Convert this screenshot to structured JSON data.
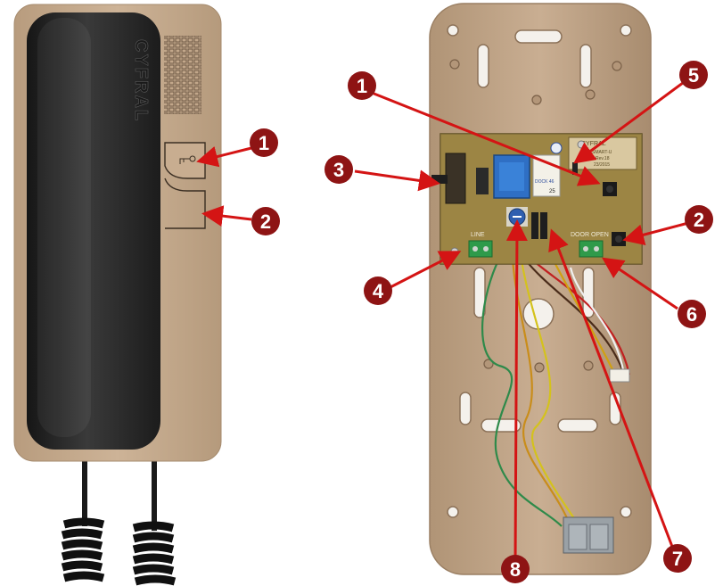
{
  "brand": "CYFRAL",
  "colors": {
    "body_beige": "#c4a98c",
    "handset_black": "#262626",
    "pcb_green_brown": "#8f7a3c",
    "marker_fill": "#8e1414",
    "arrow_red": "#d41414"
  },
  "front_view": {
    "callouts": [
      {
        "number": "1",
        "target": "key-button"
      },
      {
        "number": "2",
        "target": "lower-button"
      }
    ]
  },
  "back_view": {
    "callouts": [
      {
        "number": "1",
        "target": "board-button"
      },
      {
        "number": "2",
        "target": "door-button"
      },
      {
        "number": "3",
        "target": "hook-switch"
      },
      {
        "number": "4",
        "target": "line-terminal"
      },
      {
        "number": "5",
        "target": "led"
      },
      {
        "number": "6",
        "target": "door-open-terminal"
      },
      {
        "number": "7",
        "target": "jumper"
      },
      {
        "number": "8",
        "target": "volume-potentiometer"
      }
    ],
    "pcb_labels": {
      "line": "LINE",
      "door_open": "DOOR OPEN",
      "label_brand": "CYFRAL",
      "label_model": "SMART-U",
      "label_rev": "Rev.18",
      "label_date": "23/2015",
      "sticker_code": "DOCK 46",
      "sticker_num": "25"
    }
  }
}
